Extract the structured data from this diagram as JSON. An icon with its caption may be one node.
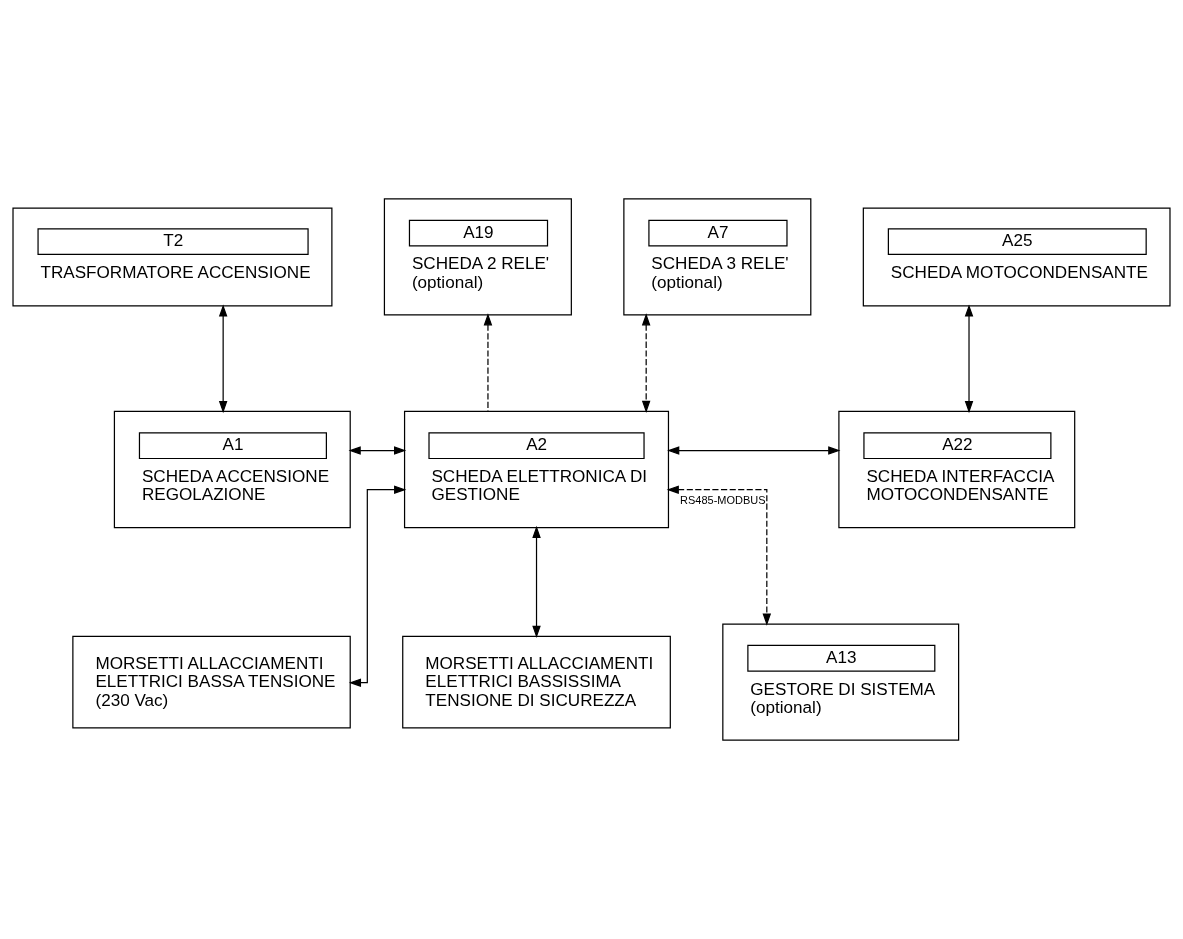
{
  "diagram": {
    "nodes": [
      {
        "text": [
          "T2",
          "TRASFORMATORE ACCENSIONE"
        ]
      },
      {
        "text": [
          "A19",
          "SCHEDA 2 RELE' (optional)"
        ]
      },
      {
        "text": [
          "A7",
          "SCHEDA 3 RELE' (optional)"
        ]
      },
      {
        "text": [
          "A25",
          "SCHEDA MOTOCONDENSANTE"
        ]
      },
      {
        "text": [
          "A1",
          "SCHEDA ACCENSIONE REGOLAZIONE"
        ]
      },
      {
        "text": [
          "A2",
          "SCHEDA ELETTRONICA DI GESTIONE"
        ]
      },
      {
        "text": [
          "A22",
          "SCHEDA INTERFACCIA MOTOCONDENSANTE"
        ]
      },
      {
        "text": [
          "MORSETTI ALLACCIAMENTI ELETTRICI BASSA TENSIONE (230 Vac)"
        ]
      },
      {
        "text": [
          "MORSETTI ALLACCIAMENTI ELETTRICI BASSISSIMA TENSIONE DI SICUREZZA"
        ]
      },
      {
        "text": [
          "A13",
          "GESTORE DI SISTEMA (optional)"
        ]
      }
    ],
    "edges": [
      {
        "from": 0,
        "to": 4,
        "arrow": "both"
      },
      {
        "from": 5,
        "to": 1,
        "arrow": "to",
        "style": "dashed"
      },
      {
        "from": 5,
        "to": 2,
        "arrow": "both",
        "style": "dashed"
      },
      {
        "from": 3,
        "to": 6,
        "arrow": "both"
      },
      {
        "from": 4,
        "to": 5,
        "arrow": "both"
      },
      {
        "from": 5,
        "to": 6,
        "arrow": "both"
      },
      {
        "from": 5,
        "to": 7,
        "arrow": "both"
      },
      {
        "from": 5,
        "to": 8,
        "arrow": "both"
      },
      {
        "from": 5,
        "to": 9,
        "arrow": "both",
        "style": "dashed",
        "label": "RS485-MODBUS"
      }
    ]
  }
}
